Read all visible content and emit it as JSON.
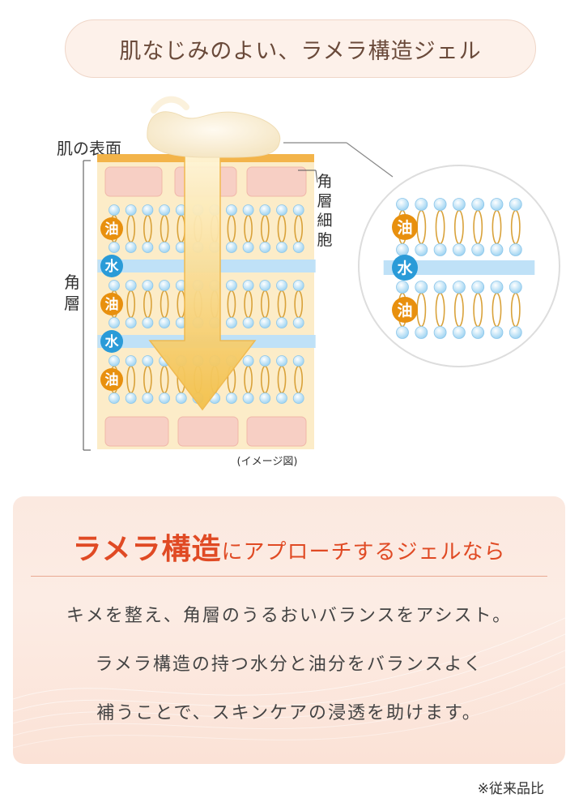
{
  "title": "肌なじみのよい、ラメラ構造ジェル",
  "diagram": {
    "skin_surface_label": "肌の表面",
    "stratum_corneum_label": "角層",
    "corneocyte_label": "角層細胞",
    "oil_badge": "油",
    "water_badge": "水",
    "caption": "(イメージ図)",
    "colors": {
      "oil_badge": "#e8900e",
      "water_badge": "#2a9bd8",
      "lipid_head": "#b7e0f7",
      "lipid_tail": "#d9a23a",
      "water_layer": "#bfe1f7",
      "arrow": "#f5c95a",
      "corneocyte": "#f7cfc4"
    }
  },
  "callout": {
    "heading_strong": "ラメラ構造",
    "heading_rest": "にアプローチするジェルなら",
    "lines": [
      "キメを整え、角層のうるおいバランスをアシスト。",
      "ラメラ構造の持つ水分と油分をバランスよく",
      "補うことで、スキンケアの浸透を助けます。"
    ],
    "accent_color": "#e04a24"
  },
  "footnote": "※従来品比"
}
